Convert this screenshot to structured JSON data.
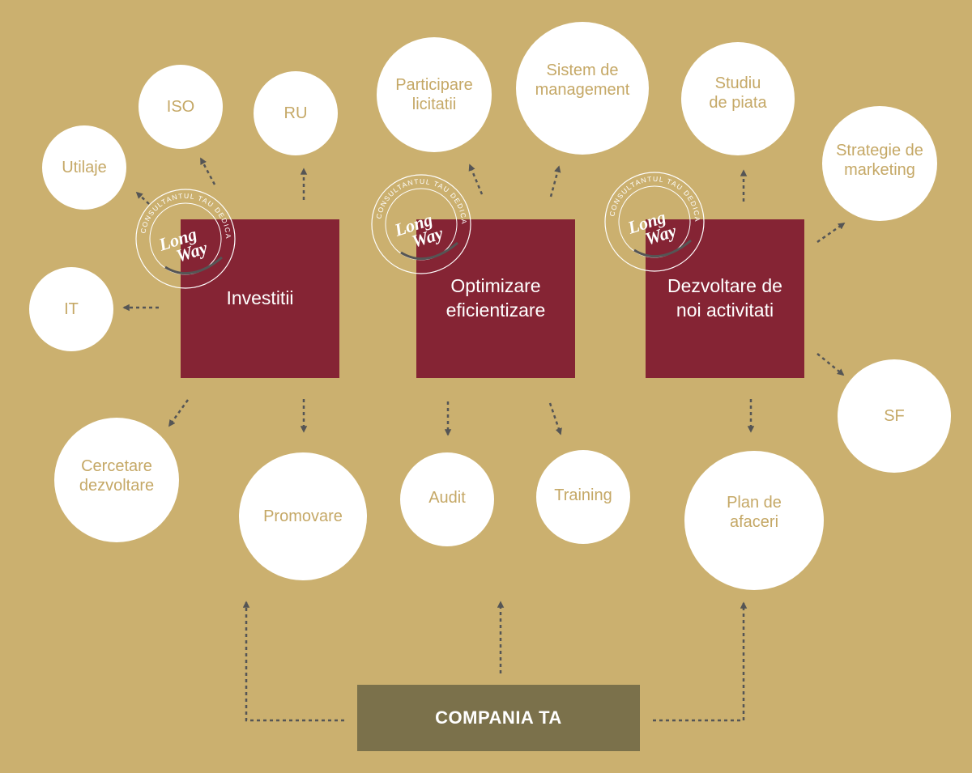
{
  "colors": {
    "background": "#cbb06f",
    "circle_fill": "#ffffff",
    "circle_text": "#c5a866",
    "box_fill": "#852434",
    "company_fill": "#7b714b",
    "arrow": "#555555"
  },
  "boxes": {
    "investitii": "Investitii",
    "optimizare": "Optimizare\neficientizare",
    "dezvoltare": "Dezvoltare de\nnoi activitati"
  },
  "company": "COMPANIA TA",
  "seal": {
    "ring_text": "CONSULTANTUL TAU DEDICAT",
    "logo_line1": "Long",
    "logo_line2": "Way"
  },
  "circles": {
    "utilaje": "Utilaje",
    "iso": "ISO",
    "ru": "RU",
    "it": "IT",
    "participare": "Participare\nlicitatii",
    "sistem": "Sistem de\nmanagement",
    "studiu": "Studiu\nde piata",
    "strategie": "Strategie de\nmarketing",
    "sf": "SF",
    "cercetare": "Cercetare\ndezvoltare",
    "promovare": "Promovare",
    "audit": "Audit",
    "training": "Training",
    "plan": "Plan de\nafaceri"
  }
}
